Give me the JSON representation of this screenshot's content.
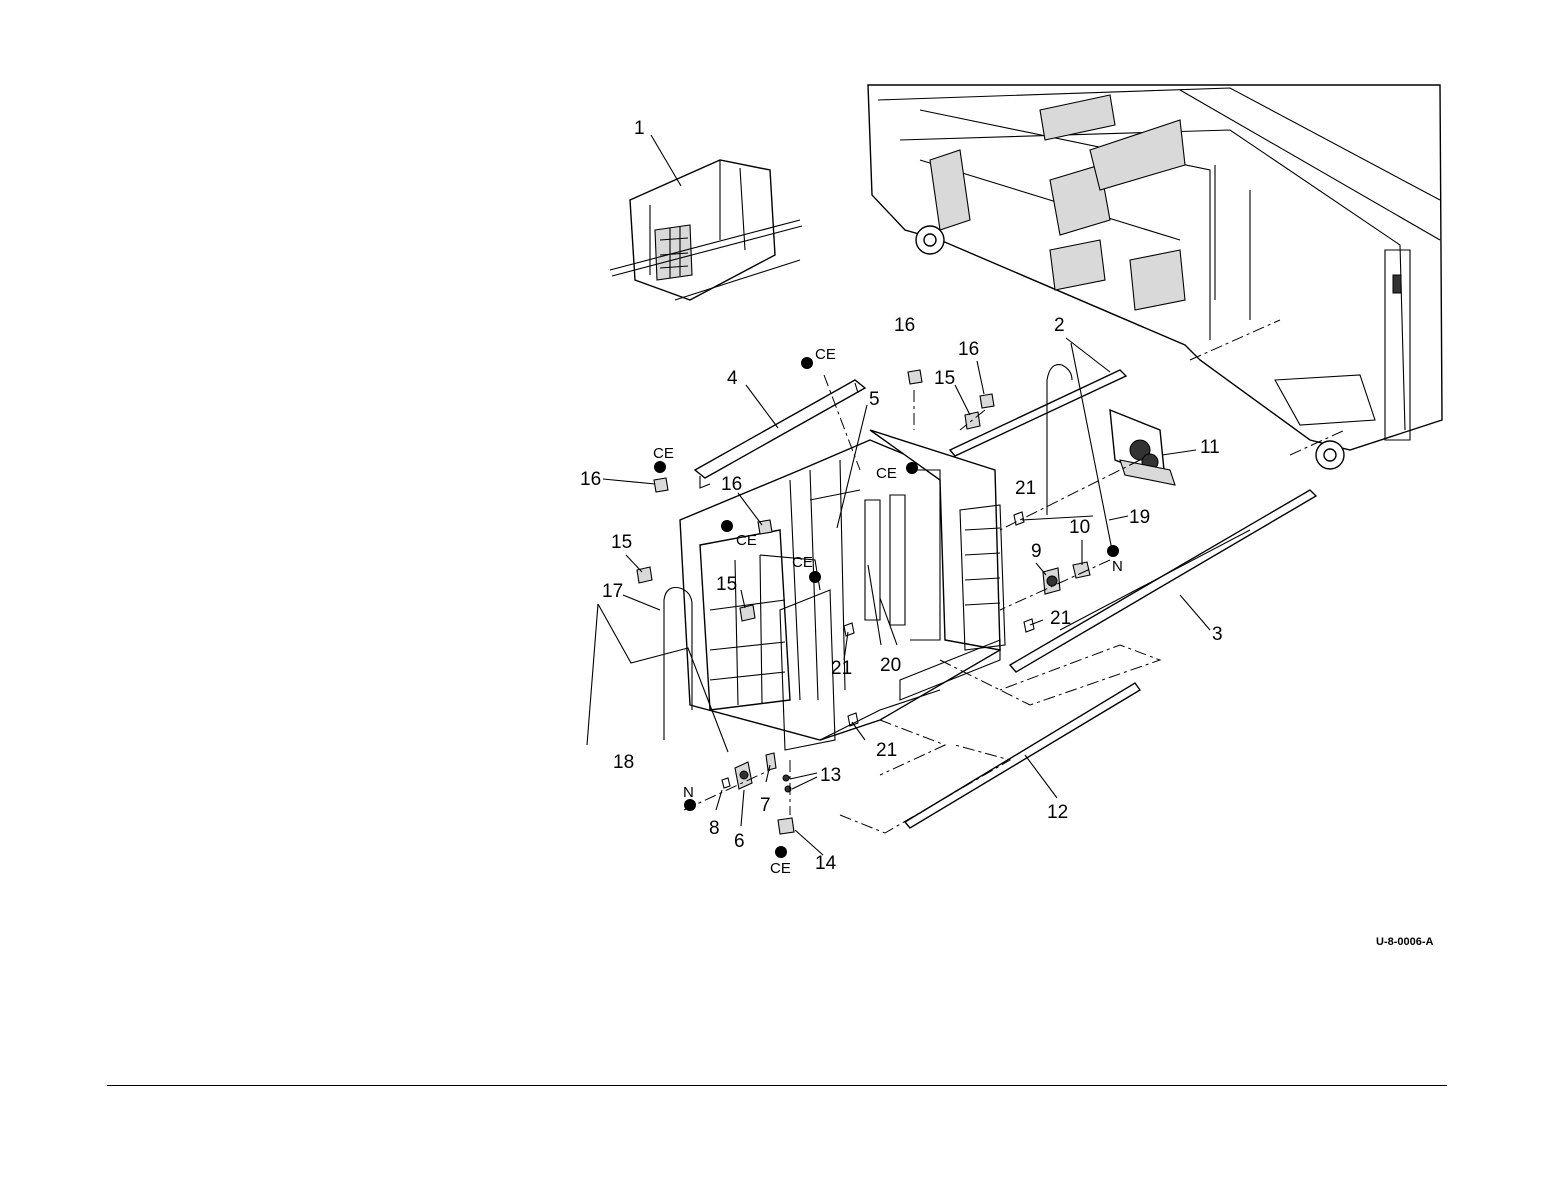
{
  "figure": {
    "code": "U-8-0006-A"
  },
  "callouts": {
    "c1": "1",
    "c2": "2",
    "c3": "3",
    "c4": "4",
    "c5": "5",
    "c6": "6",
    "c7": "7",
    "c8": "8",
    "c9": "9",
    "c10": "10",
    "c11": "11",
    "c12": "12",
    "c13": "13",
    "c14": "14",
    "c15a": "15",
    "c15b": "15",
    "c15c": "15",
    "c16a": "16",
    "c16b": "16",
    "c16c": "16",
    "c16d": "16",
    "c17": "17",
    "c18": "18",
    "c19": "19",
    "c20": "20",
    "c21a": "21",
    "c21b": "21",
    "c21c": "21",
    "c21d": "21"
  },
  "markers": {
    "ce1": "CE",
    "ce2": "CE",
    "ce3": "CE",
    "ce4": "CE",
    "ce5": "CE",
    "ce6": "CE",
    "n1": "N",
    "n2": "N"
  }
}
